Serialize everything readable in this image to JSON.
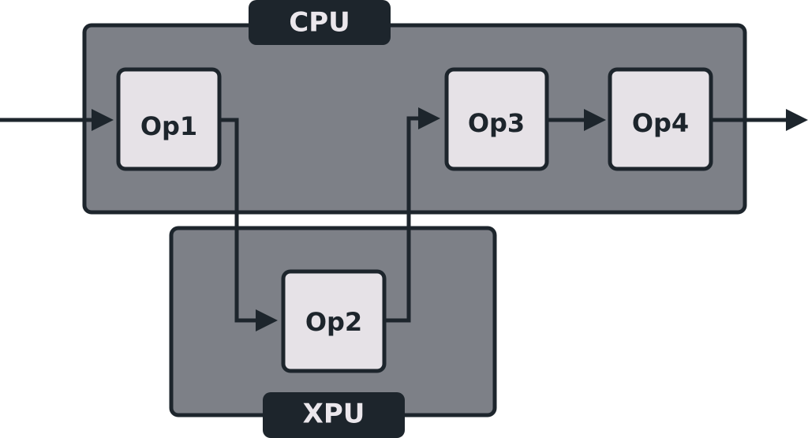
{
  "containers": {
    "cpu": {
      "label": "CPU"
    },
    "xpu": {
      "label": "XPU"
    }
  },
  "ops": {
    "op1": {
      "label": "Op1"
    },
    "op2": {
      "label": "Op2"
    },
    "op3": {
      "label": "Op3"
    },
    "op4": {
      "label": "Op4"
    }
  },
  "colors": {
    "container_fill": "#7d8087",
    "outline": "#1d252c",
    "op_fill": "#e6e2e7",
    "tag_text": "#ebe7ec"
  }
}
